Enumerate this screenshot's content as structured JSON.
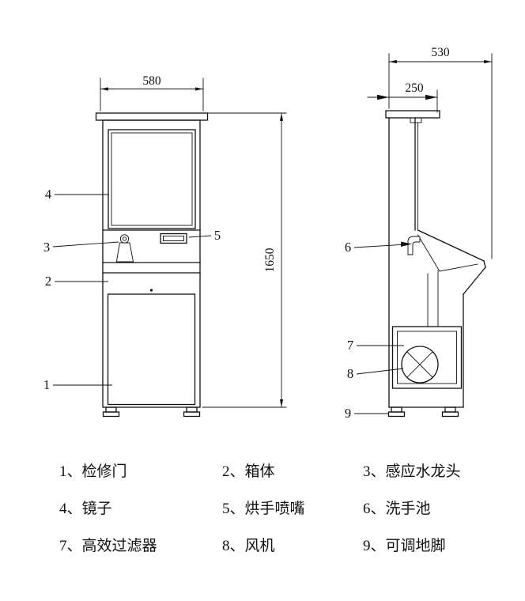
{
  "dimensions": {
    "front_width": "580",
    "front_height": "1650",
    "side_depth": "530",
    "side_top_depth": "250"
  },
  "callouts": {
    "door": "1",
    "cabinet": "2",
    "faucet": "3",
    "mirror": "4",
    "nozzle": "5",
    "sink": "6",
    "filter": "7",
    "fan": "8",
    "feet": "9"
  },
  "legend": {
    "items": [
      {
        "label": "1、检修门"
      },
      {
        "label": "2、箱体"
      },
      {
        "label": "3、感应水龙头"
      },
      {
        "label": "4、镜子"
      },
      {
        "label": "5、烘手喷嘴"
      },
      {
        "label": "6、洗手池"
      },
      {
        "label": "7、高效过滤器"
      },
      {
        "label": "8、风机"
      },
      {
        "label": "9、可调地脚"
      }
    ]
  },
  "colors": {
    "line": "#111111",
    "background": "#ffffff"
  }
}
